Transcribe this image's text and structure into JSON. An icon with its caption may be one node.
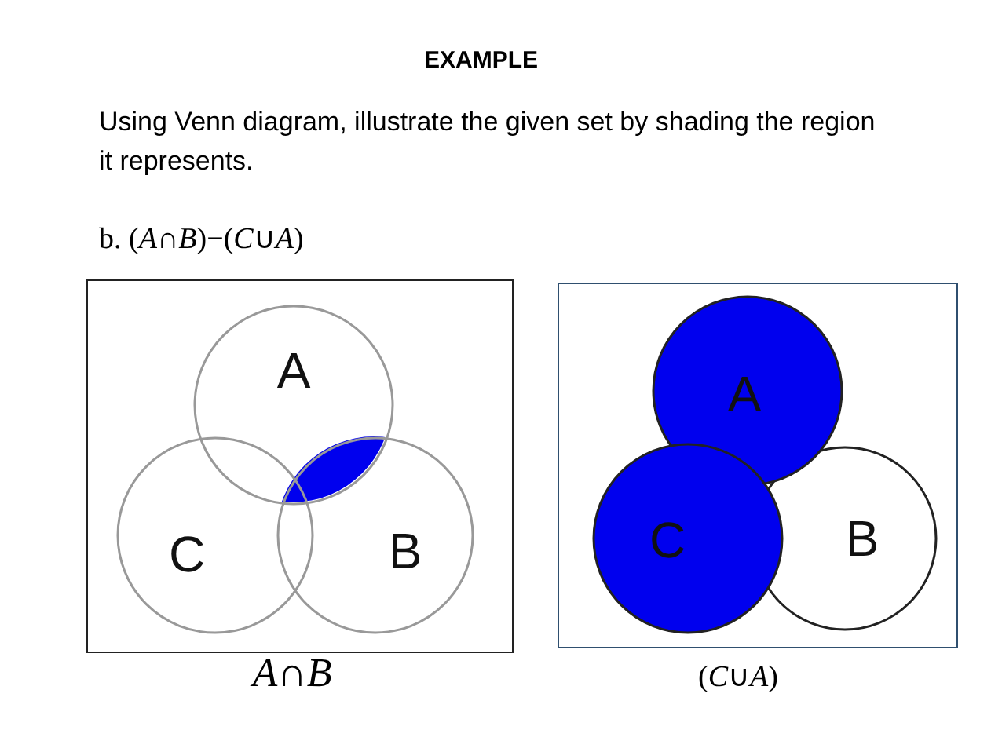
{
  "diagram": {
    "title": "EXAMPLE",
    "nodes": [
      {
        "text": [],
        "shape": "box",
        "beside": [
          "*A*∩*B*"
        ]
      },
      {
        "text": [
          "A"
        ],
        "in": 0
      },
      {
        "text": [
          "C"
        ],
        "in": 0
      },
      {
        "text": [
          "B"
        ],
        "in": 0
      },
      {
        "text": [],
        "shape": "box",
        "beside": [
          "(*C*∪*A*)"
        ]
      },
      {
        "text": [
          "A"
        ],
        "in": 4
      },
      {
        "text": [
          "C"
        ],
        "in": 4
      },
      {
        "text": [
          "B"
        ],
        "in": 4
      }
    ],
    "edges": [],
    "labels": [
      "Using Venn diagram, illustrate the given set by shading the region it represents.",
      "b. (*A*∩*B*)−(*C*∪*A*)"
    ]
  }
}
